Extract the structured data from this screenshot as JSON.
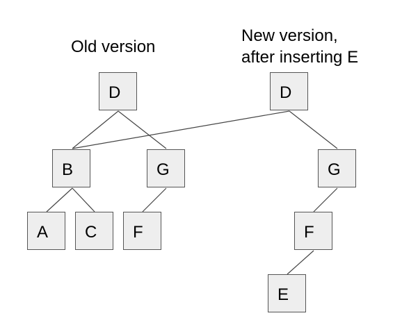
{
  "labels": {
    "old_version": "Old version",
    "new_version_line1": "New version,",
    "new_version_line2": "after inserting E"
  },
  "nodes": {
    "old_d": "D",
    "old_b": "B",
    "old_g": "G",
    "old_a": "A",
    "old_c": "C",
    "old_f": "F",
    "new_d": "D",
    "new_g": "G",
    "new_f": "F",
    "new_e": "E"
  },
  "colors": {
    "node_fill": "#eeeeee",
    "node_border": "#555555",
    "edge": "#444444",
    "text": "#000000"
  }
}
